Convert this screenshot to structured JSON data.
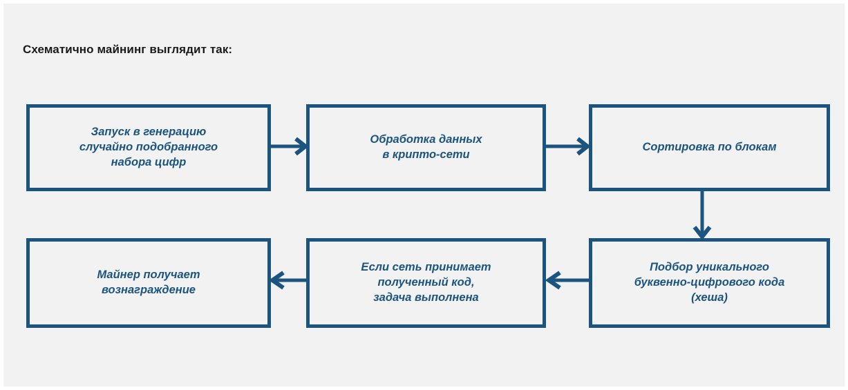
{
  "page": {
    "background_color": "#f2f2f2",
    "frame_color": "#ffffff",
    "accent_color": "#1c5480",
    "heading_color": "#1a1a1a"
  },
  "heading": {
    "text": "Схематично майнинг выглядит так:"
  },
  "diagram": {
    "type": "flowchart",
    "node_fill": "#f2f2f2",
    "node_border_color": "#1c5480",
    "node_text_color": "#1c5480",
    "nodes": [
      {
        "id": "n1",
        "order": 1,
        "label": "Запуск в генерацию\nслучайно подобранного\nнабора цифр"
      },
      {
        "id": "n2",
        "order": 2,
        "label": "Обработка данных\nв крипто-сети"
      },
      {
        "id": "n3",
        "order": 3,
        "label": "Сортировка по блокам"
      },
      {
        "id": "n4",
        "order": 4,
        "label": "Подбор уникального\nбуквенно-цифрового кода\n(хеша)"
      },
      {
        "id": "n5",
        "order": 5,
        "label": "Если сеть принимает\nполученный код,\nзадача выполнена"
      },
      {
        "id": "n6",
        "order": 6,
        "label": "Майнер получает\nвознаграждение"
      }
    ],
    "edges": [
      {
        "from": "n1",
        "to": "n2",
        "direction": "right"
      },
      {
        "from": "n2",
        "to": "n3",
        "direction": "right"
      },
      {
        "from": "n3",
        "to": "n4",
        "direction": "down"
      },
      {
        "from": "n4",
        "to": "n5",
        "direction": "left"
      },
      {
        "from": "n5",
        "to": "n6",
        "direction": "left"
      }
    ]
  }
}
